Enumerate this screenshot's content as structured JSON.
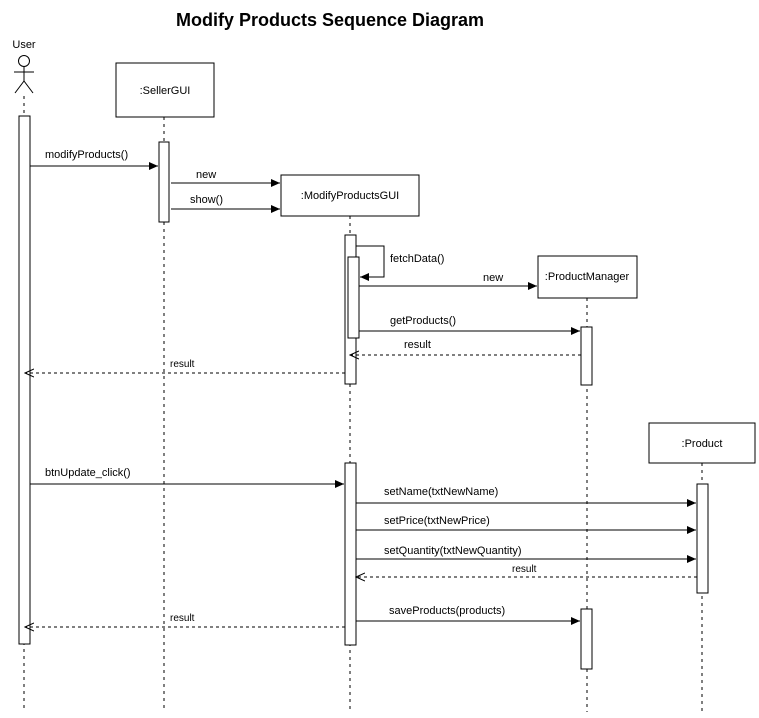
{
  "diagram": {
    "title": "Modify Products Sequence Diagram",
    "actor_label": "User",
    "participants": {
      "seller_gui": ":SellerGUI",
      "modify_products_gui": ":ModifyProductsGUI",
      "product_manager": ":ProductManager",
      "product": ":Product"
    },
    "messages": {
      "modify_products": "modifyProducts()",
      "new_gui": "new",
      "show": "show()",
      "fetch_data": "fetchData()",
      "new_manager": "new",
      "get_products": "getProducts()",
      "result_get_products": "result",
      "result_to_user_1": "result",
      "btn_update_click": "btnUpdate_click()",
      "set_name": "setName(txtNewName)",
      "set_price": "setPrice(txtNewPrice)",
      "set_quantity": "setQuantity(txtNewQuantity)",
      "result_from_product": "result",
      "save_products": "saveProducts(products)",
      "result_to_user_2": "result"
    }
  }
}
